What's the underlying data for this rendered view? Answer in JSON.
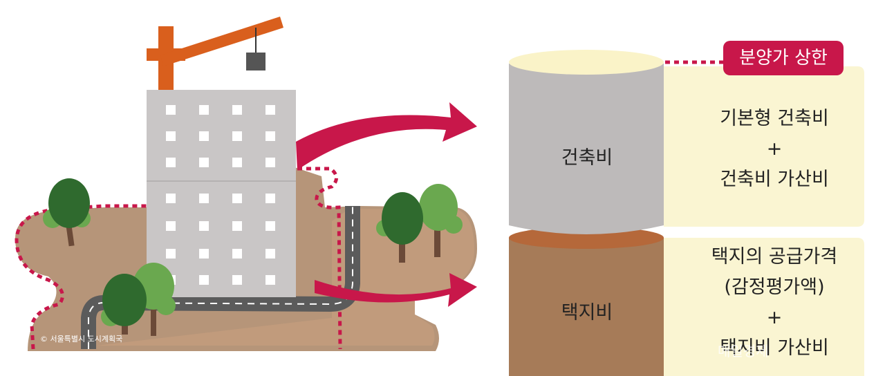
{
  "cylinder": {
    "upper_label": "건축비",
    "lower_label": "택지비"
  },
  "cap_badge": {
    "label": "분양가 상한"
  },
  "upper_box": {
    "lines": [
      "기본형 건축비",
      "+",
      "건축비 가산비"
    ]
  },
  "lower_box": {
    "lines": [
      "택지의 공급가격",
      "(감정평가액)",
      "+",
      "택지비 가산비"
    ]
  },
  "credit": "© 서울특별시 도시계획국",
  "watermark": "매일경제",
  "colors": {
    "accent_red": "#c8174a",
    "land_brown": "#a98362",
    "pale_yellow": "#faf5d2",
    "building_gray": "#c9c6c6",
    "crane_orange": "#d95f1d",
    "tree_dark": "#2f6a2e",
    "tree_light": "#6aa84f"
  }
}
